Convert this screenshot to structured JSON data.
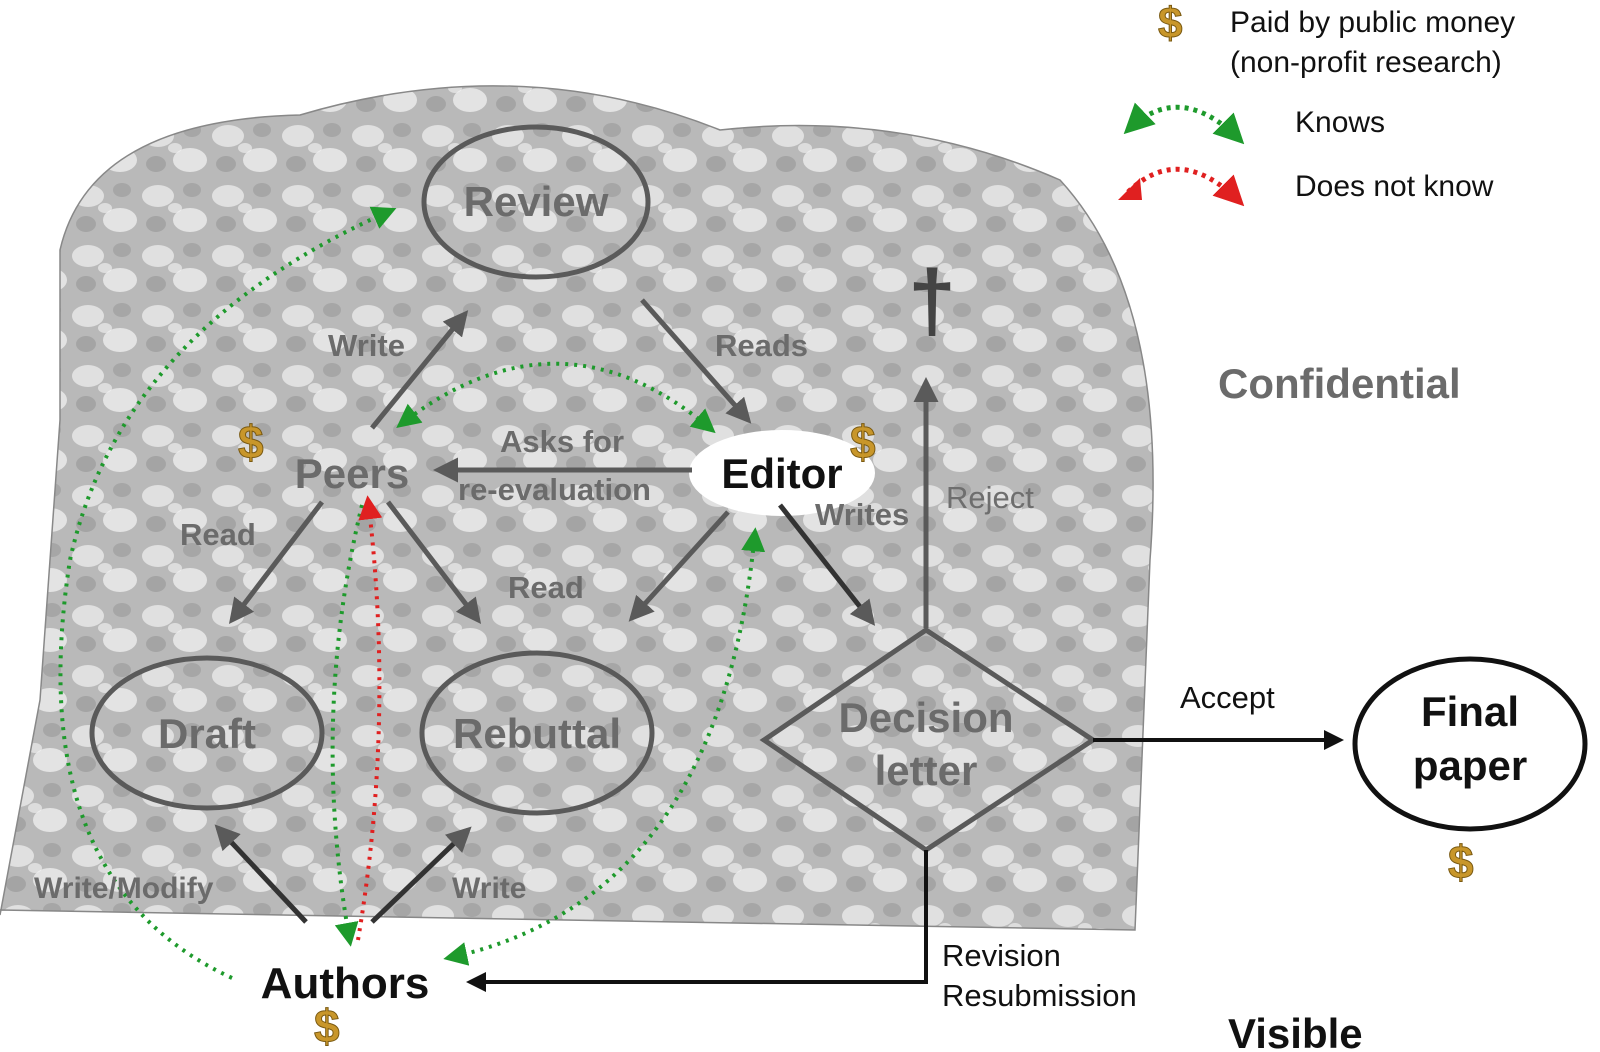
{
  "legend": {
    "dollar_symbol": "$",
    "dollar_text_line1": "Paid by public money",
    "dollar_text_line2": "(non-profit research)",
    "knows": "Knows",
    "does_not_know": "Does not know"
  },
  "regions": {
    "confidential": "Confidential",
    "visible": "Visible"
  },
  "nodes": {
    "review": "Review",
    "peers": "Peers",
    "editor": "Editor",
    "draft": "Draft",
    "rebuttal": "Rebuttal",
    "decision_line1": "Decision",
    "decision_line2": "letter",
    "final_line1": "Final",
    "final_line2": "paper",
    "authors": "Authors",
    "cross": "†"
  },
  "edges": {
    "write_review": "Write",
    "reads": "Reads",
    "asks_line1": "Asks for",
    "asks_line2": "re-evaluation",
    "read_draft": "Read",
    "read_rebuttal": "Read",
    "writes": "Writes",
    "reject": "Reject",
    "accept": "Accept",
    "write_modify": "Write/Modify",
    "write_rebuttal": "Write",
    "revision_line1": "Revision",
    "revision_line2": "Resubmission"
  },
  "colors": {
    "knows": "#1e9a2c",
    "does_not_know": "#e02020",
    "dollar": "#c8962a",
    "confidential_bg": "#bdbdbd"
  }
}
